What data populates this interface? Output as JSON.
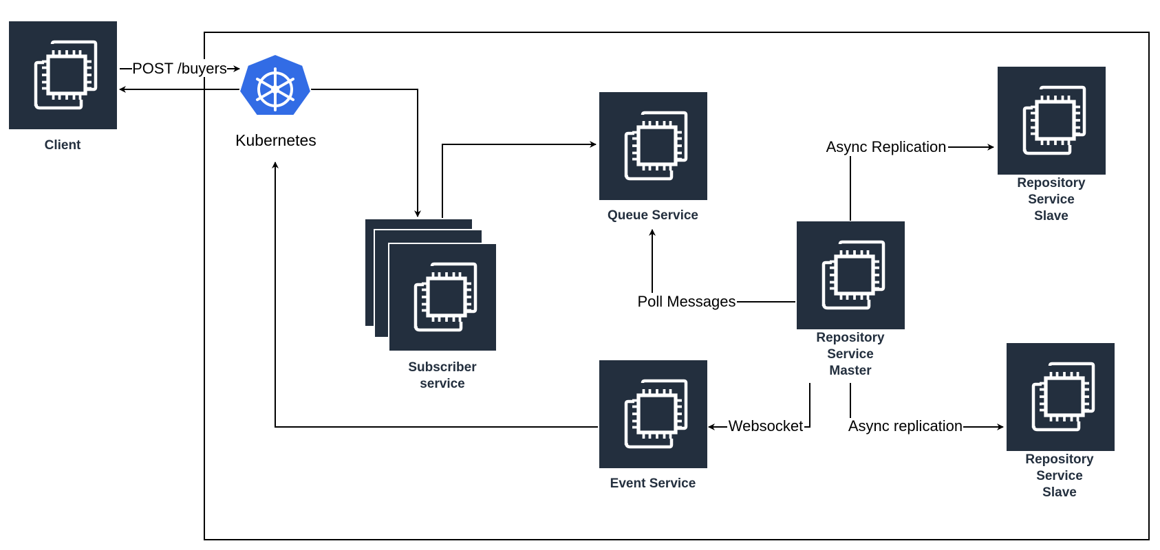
{
  "colors": {
    "service_box": "#232f3e",
    "icon_stroke": "#ffffff",
    "kubernetes_blue": "#326ce5",
    "line": "#000000"
  },
  "nodes": {
    "client": {
      "label": "Client",
      "icon": "ec2-instance-icon"
    },
    "kubernetes": {
      "label": "Kubernetes",
      "icon": "kubernetes-helm-icon"
    },
    "subscriber": {
      "label_lines": [
        "Subscriber",
        "service"
      ],
      "icon": "ec2-instance-stack-icon"
    },
    "queue": {
      "label": "Queue Service",
      "icon": "ec2-instance-icon"
    },
    "event": {
      "label": "Event Service",
      "icon": "ec2-instance-icon"
    },
    "master": {
      "label_lines": [
        "Repository",
        "Service",
        "Master"
      ],
      "icon": "ec2-instance-icon"
    },
    "slave_top": {
      "label_lines": [
        "Repository",
        "Service",
        "Slave"
      ],
      "icon": "ec2-instance-icon"
    },
    "slave_bottom": {
      "label_lines": [
        "Repository",
        "Service",
        "Slave"
      ],
      "icon": "ec2-instance-icon"
    }
  },
  "edges": {
    "post_buyers": "POST /buyers",
    "async_replication_top": "Async Replication",
    "poll_messages": "Poll Messages",
    "websocket": "Websocket",
    "async_replication_bottom": "Async replication"
  }
}
